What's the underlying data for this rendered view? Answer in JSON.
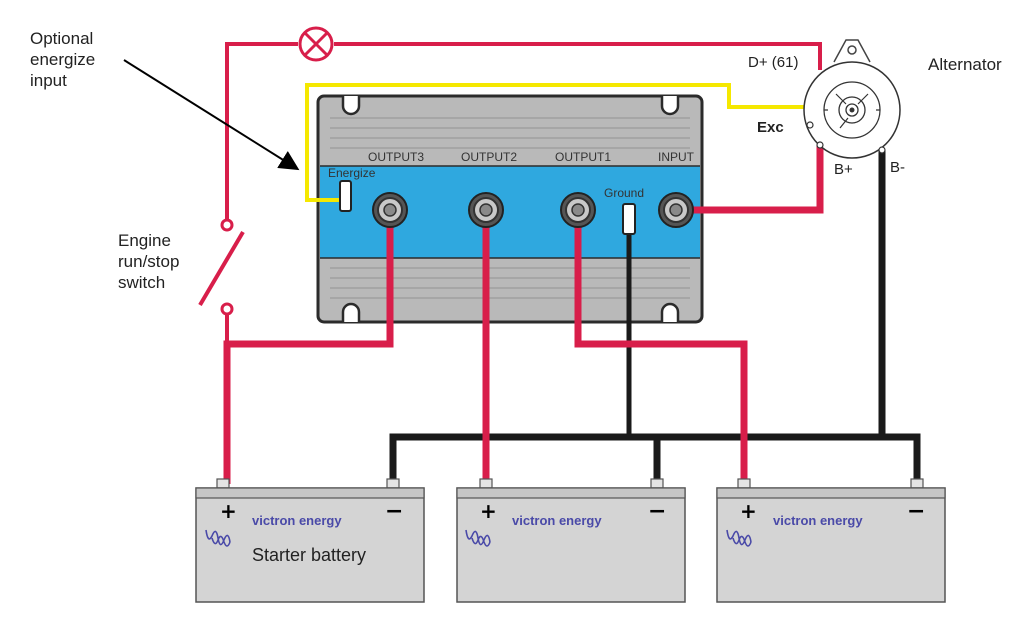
{
  "labels": {
    "optional_energize": [
      "Optional",
      "energize",
      "input"
    ],
    "engine_switch": [
      "Engine",
      "run/stop",
      "switch"
    ],
    "alternator": "Alternator",
    "d_plus": "D+ (61)",
    "exc": "Exc",
    "b_plus": "B+",
    "b_minus": "B-"
  },
  "isolator": {
    "energize": "Energize",
    "ground": "Ground",
    "output3": "OUTPUT3",
    "output2": "OUTPUT2",
    "output1": "OUTPUT1",
    "input": "INPUT"
  },
  "batteries": [
    {
      "brand": "victron energy",
      "caption": "Starter battery",
      "plus": "+",
      "minus": "−"
    },
    {
      "brand": "victron energy",
      "caption": "",
      "plus": "+",
      "minus": "−"
    },
    {
      "brand": "victron energy",
      "caption": "",
      "plus": "+",
      "minus": "−"
    }
  ],
  "colors": {
    "positive_wire": "#d81e4a",
    "negative_wire": "#1a1a1a",
    "excitation_wire": "#f5e800",
    "isolator_blue": "#2fa8df",
    "isolator_grey": "#b9b9b9",
    "battery_grey": "#d4d4d4"
  }
}
